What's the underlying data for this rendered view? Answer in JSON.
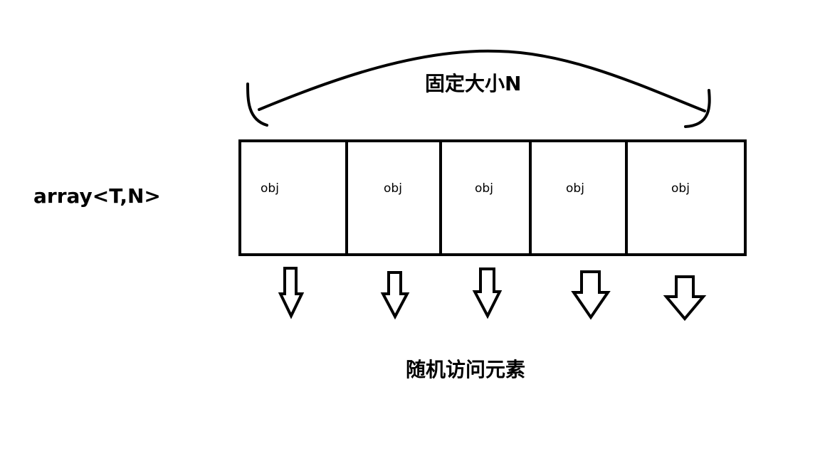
{
  "labels": {
    "type": "array<T,N>",
    "fixed_size": "固定大小N",
    "random_access": "随机访问元素"
  },
  "cells": [
    {
      "text": "obj"
    },
    {
      "text": "obj"
    },
    {
      "text": "obj"
    },
    {
      "text": "obj"
    },
    {
      "text": "obj"
    }
  ],
  "colors": {
    "stroke": "#000000",
    "background": "#ffffff"
  }
}
